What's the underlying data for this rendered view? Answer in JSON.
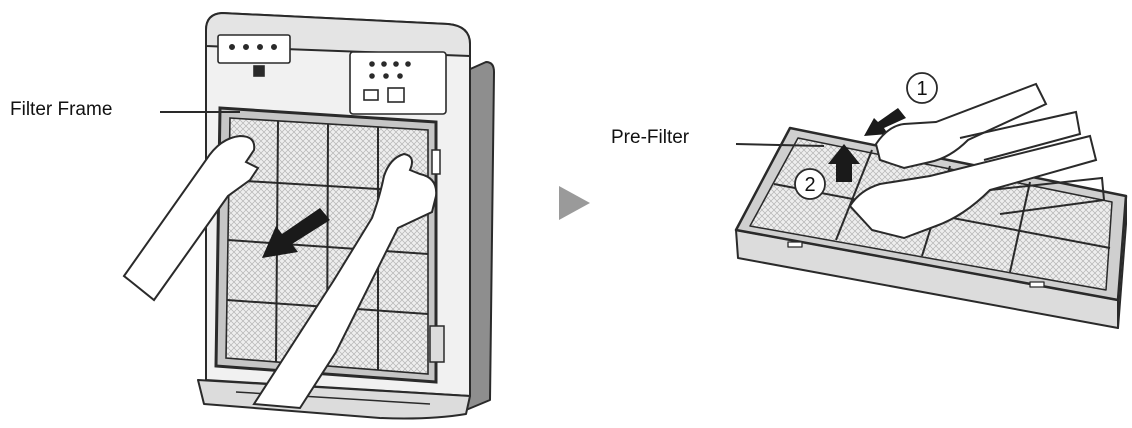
{
  "labels": {
    "filter_frame": "Filter Frame",
    "pre_filter": "Pre-Filter"
  },
  "steps": {
    "one": "1",
    "two": "2"
  },
  "colors": {
    "line": "#2a2a2a",
    "body_light": "#f1f1f1",
    "body_mid": "#dcdcdc",
    "body_dark": "#8e8e8e",
    "mesh": "#d2d2d2",
    "arrow_play": "#9a9a9a"
  },
  "icons": {
    "next_step": "play-triangle-icon",
    "pull_direction": "arrow-down-left-icon",
    "press_direction": "arrow-down-icon",
    "lift_direction": "arrow-up-icon"
  }
}
